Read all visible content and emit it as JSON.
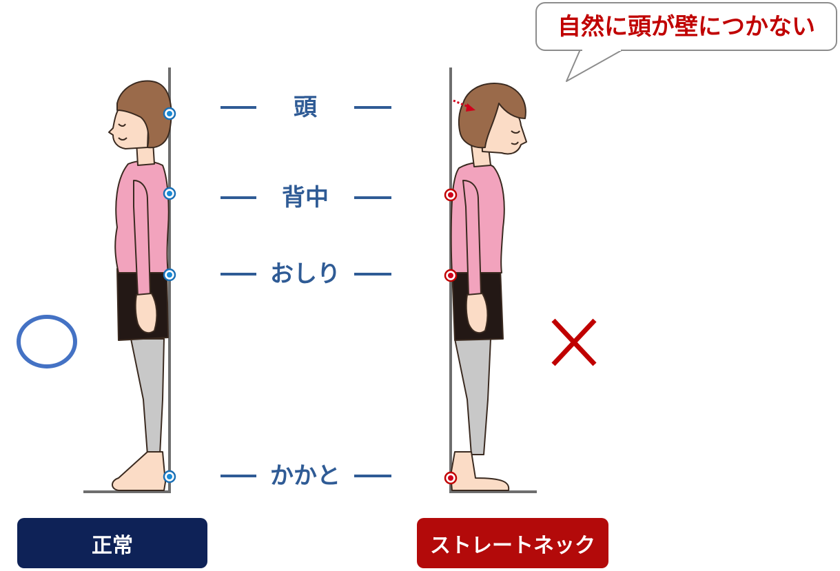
{
  "bubble": {
    "text": "自然に頭が壁につかない"
  },
  "body_points": [
    {
      "key": "head",
      "label": "頭"
    },
    {
      "key": "back",
      "label": "背中"
    },
    {
      "key": "hip",
      "label": "おしり"
    },
    {
      "key": "heel",
      "label": "かかと"
    }
  ],
  "buttons": {
    "normal": "正常",
    "straight_neck": "ストレートネック"
  },
  "marks": {
    "left": "circle",
    "right": "cross"
  },
  "colors": {
    "blue_text": "#2f5b95",
    "red_text": "#c00000",
    "normal_button": "#0e2257",
    "neck_button": "#b30a0a",
    "circle_mark": "#4472c4",
    "cross_mark": "#c00000",
    "shirt": "#f2a3bd",
    "skirt": "#231815",
    "leggings": "#c8c8c8",
    "skin": "#fbdcc6",
    "hair": "#9a6a4a",
    "wall": "#6e6e6e"
  }
}
